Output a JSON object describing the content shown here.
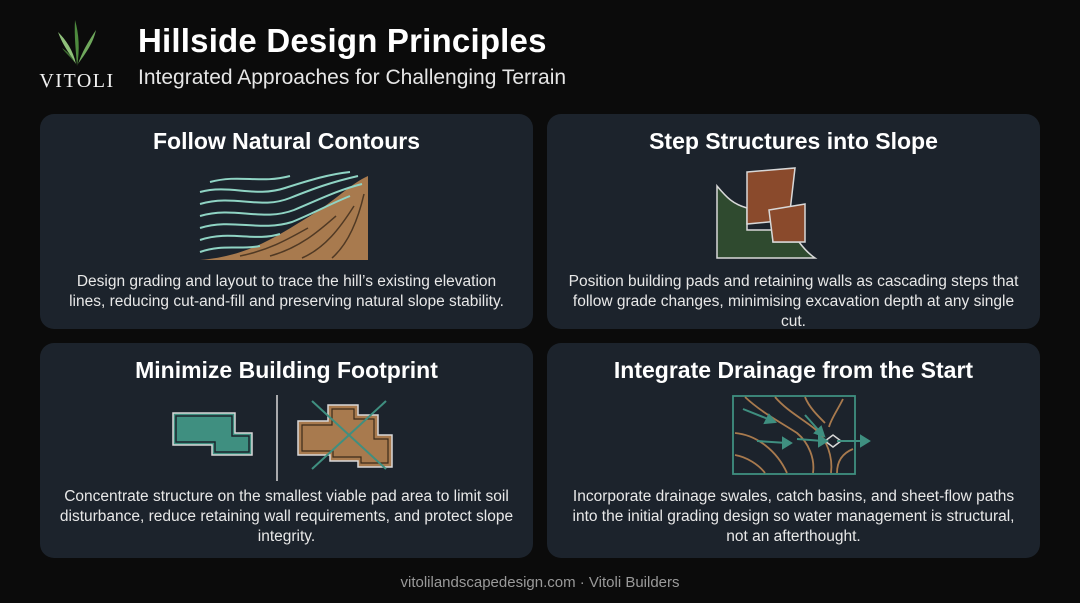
{
  "brand": {
    "logo_text": "VITOLI",
    "logo_icon": "leaf-icon"
  },
  "header": {
    "title": "Hillside Design Principles",
    "subtitle": "Integrated Approaches for Challenging Terrain"
  },
  "cards": [
    {
      "title": "Follow Natural Contours",
      "icon": "contour-lines-icon",
      "text": "Design grading and layout to trace the hill’s existing elevation lines, reducing cut-and-fill and preserving natural slope stability."
    },
    {
      "title": "Step Structures into Slope",
      "icon": "stepped-structures-icon",
      "text": "Position building pads and retaining walls as cascading steps that follow grade changes, minimising excavation depth at any single cut."
    },
    {
      "title": "Minimize Building Footprint",
      "icon": "footprint-comparison-icon",
      "text": "Concentrate structure on the smallest viable pad area to limit soil disturbance, reduce retaining wall requirements, and protect slope integrity."
    },
    {
      "title": "Integrate Drainage from the Start",
      "icon": "drainage-flow-icon",
      "text": "Incorporate drainage swales, catch basins, and sheet-flow paths into the initial grading design so water management is structural, not an afterthought."
    }
  ],
  "footer": "vitolilandscapedesign.com · Vitoli Builders",
  "colors": {
    "background": "#0b0b0b",
    "card": "#1c232c",
    "teal": "#3f8f80",
    "tan": "#a87a4e",
    "rust": "#8a4a2c",
    "green": "#2f4a2f"
  }
}
